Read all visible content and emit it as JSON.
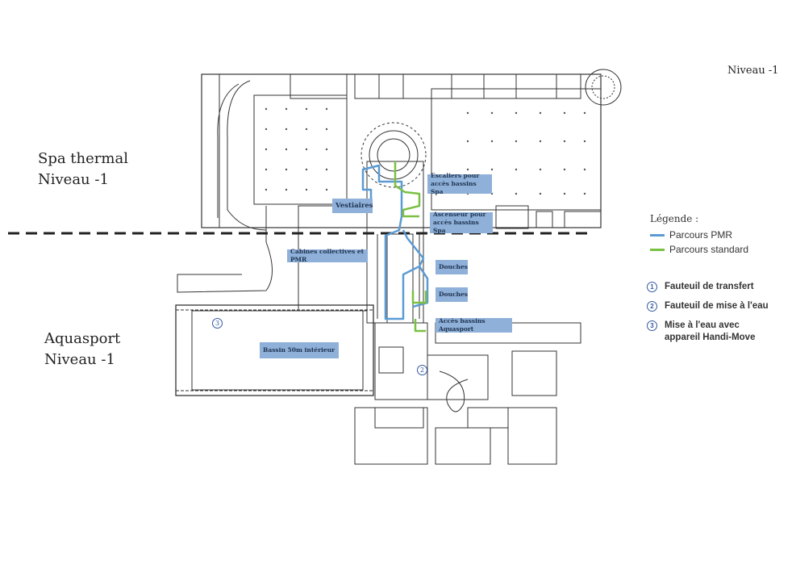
{
  "header": {
    "level_label": "Niveau -1"
  },
  "zones": {
    "spa_title": "Spa thermal",
    "spa_level": "Niveau -1",
    "aquasport_title": "Aquasport",
    "aquasport_level": "Niveau -1"
  },
  "callouts": {
    "vestiaires": "Vestiaires",
    "escaliers": "Escaliers pour accès bassins Spa",
    "ascenseur": "Ascenseur pour accès bassins Spa",
    "cabines": "Cabines collectives et PMR",
    "douches_1": "Douches",
    "douches_2": "Douches",
    "acces_aquasport": "Accès bassins Aquasport",
    "bassin": "Bassin 50m intérieur"
  },
  "legend": {
    "title": "Légende :",
    "items": [
      {
        "label": "Parcours PMR",
        "color": "#5b9bd5"
      },
      {
        "label": "Parcours standard",
        "color": "#7ac143"
      }
    ]
  },
  "equipment": [
    {
      "num": "1",
      "label": "Fauteuil de transfert"
    },
    {
      "num": "2",
      "label": "Fauteuil de mise à l'eau"
    },
    {
      "num": "3",
      "label": "Mise à l'eau avec appareil Handi-Move"
    }
  ],
  "map_markers": {
    "marker_3": "3",
    "marker_2": "2"
  },
  "colors": {
    "callout_bg": "#8fb0d8",
    "route_pmr": "#5b9bd5",
    "route_standard": "#7ac143"
  }
}
